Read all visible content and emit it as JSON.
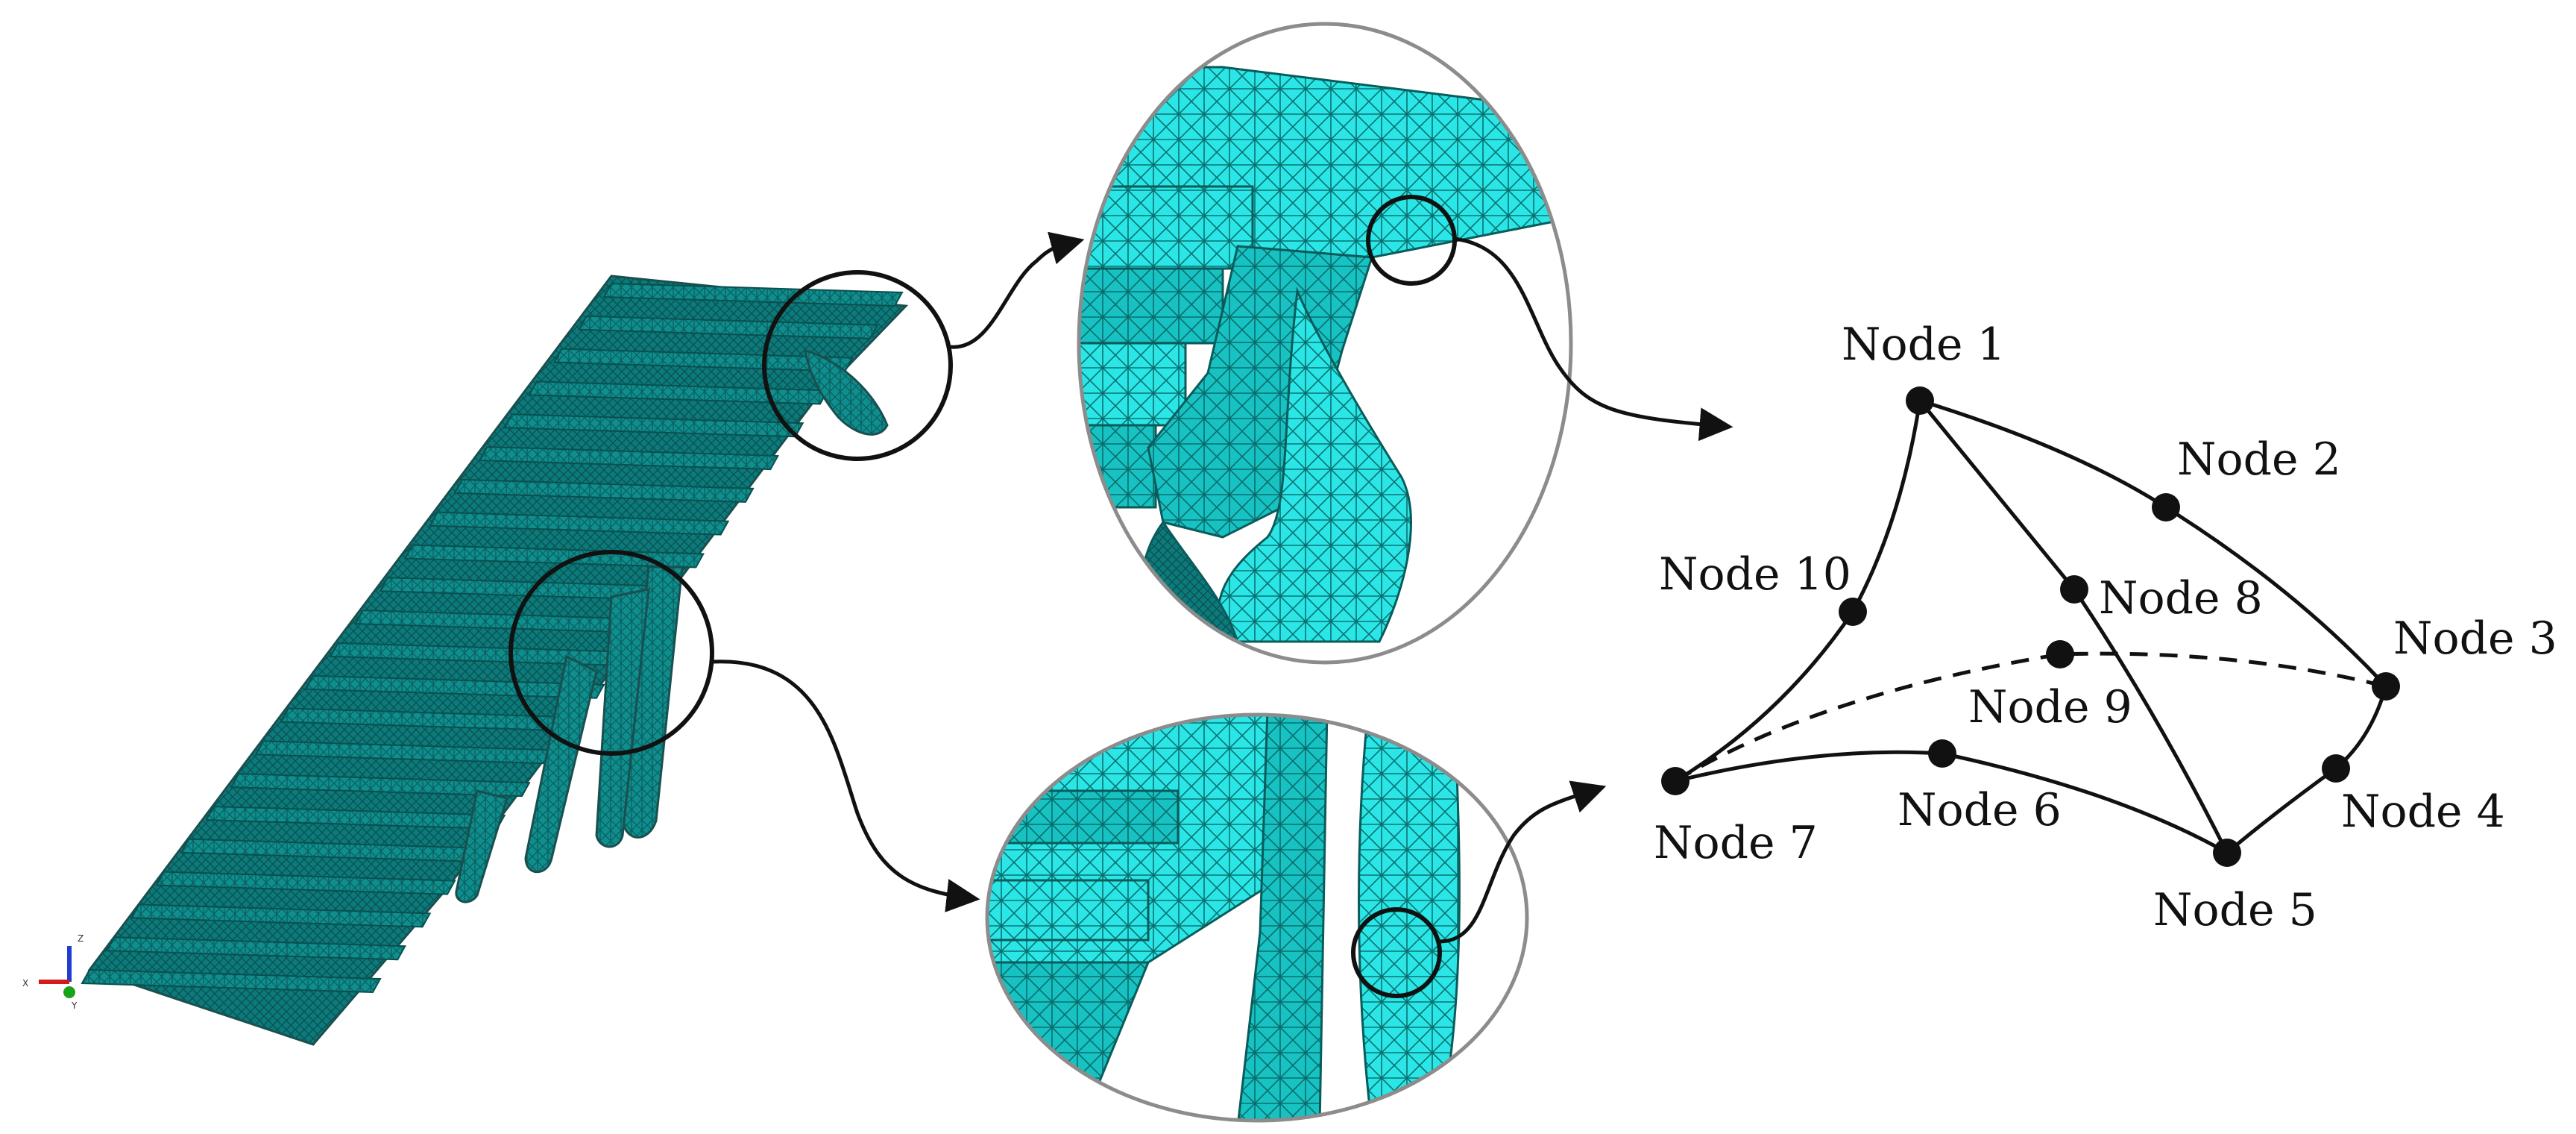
{
  "colors": {
    "mesh_dark": "#0f8e8e",
    "mesh_mid": "#16b3b3",
    "mesh_light": "#27dede",
    "mesh_line": "#0b5b5b",
    "edge": "#111111",
    "magnifier_border": "#8c8c8c"
  },
  "axis_triad": {
    "z": "Z",
    "x": "X",
    "y": "Y",
    "z_color": "#1f3dd1",
    "x_color": "#d41b1b",
    "y_color": "#19a319"
  },
  "icons": [
    "axis-triad-icon",
    "arrow-icon"
  ],
  "nodes": [
    {
      "id": 1,
      "label": "Node 1"
    },
    {
      "id": 2,
      "label": "Node 2"
    },
    {
      "id": 3,
      "label": "Node 3"
    },
    {
      "id": 4,
      "label": "Node 4"
    },
    {
      "id": 5,
      "label": "Node 5"
    },
    {
      "id": 6,
      "label": "Node 6"
    },
    {
      "id": 7,
      "label": "Node 7"
    },
    {
      "id": 8,
      "label": "Node 8"
    },
    {
      "id": 9,
      "label": "Node 9"
    },
    {
      "id": 10,
      "label": "Node 10"
    }
  ]
}
